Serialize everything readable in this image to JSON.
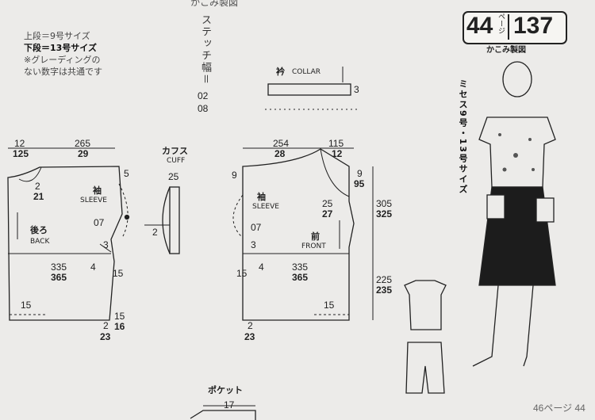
{
  "header": {
    "top_fragment": "かこみ製図"
  },
  "legend": {
    "line1": "上段＝9号サイズ",
    "line2": "下段＝13号サイズ",
    "line3": "※グレーディングの",
    "line4": "ない数字は共通です"
  },
  "stitch": {
    "label": "ステッチ幅＝",
    "v1": "02",
    "v2": "08"
  },
  "badge": {
    "page_num": "44",
    "page_unit": "ページ",
    "pattern_num": "137",
    "caption": "かこみ製図"
  },
  "model_caption": "ミセス9号・13号サイズ",
  "collar": {
    "jp": "衿",
    "en": "COLLAR",
    "dim": "3"
  },
  "cuff": {
    "jp": "カフス",
    "en": "CUFF",
    "width": "25",
    "height": "2"
  },
  "back": {
    "top_left_a": "12",
    "top_left_b": "125",
    "top_mid_a": "265",
    "top_mid_b": "29",
    "neck_a": "2",
    "neck_b": "21",
    "sleeve_jp": "袖",
    "sleeve_en": "SLEEVE",
    "label_jp": "後ろ",
    "label_en": "BACK",
    "shoulder": "5",
    "armhole": "07",
    "bust_a": "335",
    "bust_b": "365",
    "side_a": "4",
    "side_b": "3",
    "side_c": "15",
    "hem_left": "15",
    "hem_right_a": "15",
    "hem_right_b": "16",
    "bottom_a": "2",
    "bottom_b": "23"
  },
  "front": {
    "top_a": "254",
    "top_b": "28",
    "top_r_a": "115",
    "top_r_b": "12",
    "left_side": "9",
    "right_a": "9",
    "right_b": "95",
    "sleeve_jp": "袖",
    "sleeve_en": "SLEEVE",
    "sleeve_a": "25",
    "sleeve_b": "27",
    "armhole": "07",
    "label_jp": "前",
    "label_en": "FRONT",
    "len1_a": "305",
    "len1_b": "325",
    "len2_a": "225",
    "len2_b": "235",
    "bust_a": "335",
    "bust_b": "365",
    "side_a": "4",
    "side_b": "3",
    "side_c": "15",
    "hem": "15",
    "bottom_a": "2",
    "bottom_b": "23"
  },
  "pocket": {
    "label": "ポケット",
    "width": "17"
  },
  "footer": {
    "page_ref": "46ページ 44"
  }
}
